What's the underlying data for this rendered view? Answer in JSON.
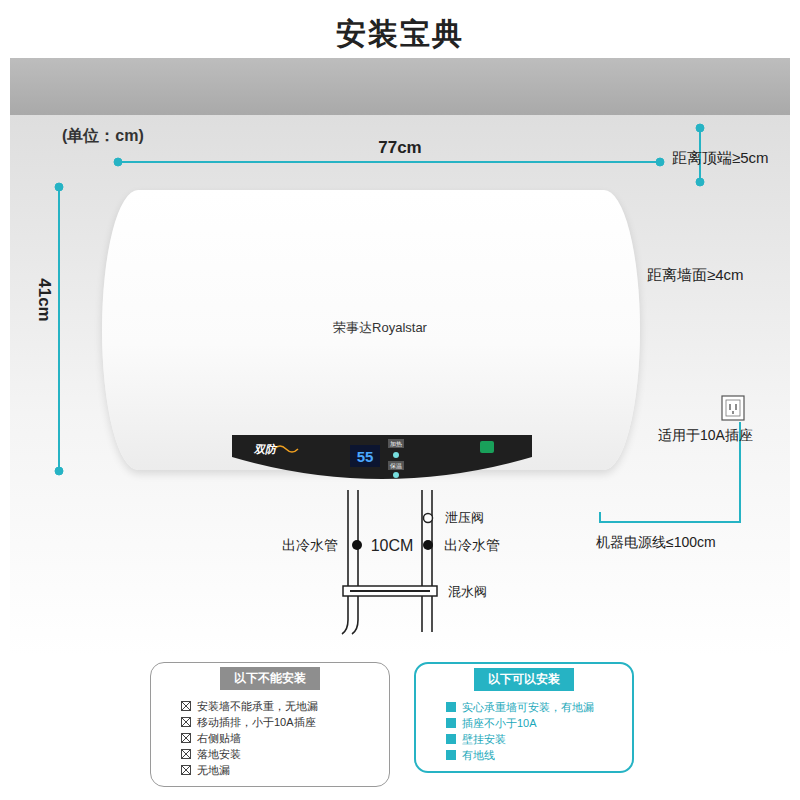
{
  "diagram": {
    "title": "安装宝典",
    "nodes": [
      {
        "text": [
          "荣事达Royalstar"
        ]
      },
      {
        "text": [
          "双防",
          "55",
          "加热",
          "保温"
        ],
        "in": 0
      },
      {
        "text": [
          "以下不能安装",
          "安装墙不能承重，无地漏",
          "移动插排，小于10A插座",
          "右侧贴墙",
          "落地安装",
          "无地漏"
        ]
      },
      {
        "text": [
          "以下可以安装",
          "实心承重墙可安装，有地漏",
          "插座不小于10A",
          "壁挂安装",
          "有地线"
        ]
      }
    ],
    "labels": [
      "(单位：cm)",
      "77cm",
      "距离顶端≥5cm",
      "41cm",
      "距离墙面≥4cm",
      "适用于10A插座",
      "机器电源线≤100cm",
      "泄压阀",
      "出冷水管",
      "10CM",
      "出冷水管",
      "混水阀"
    ]
  }
}
